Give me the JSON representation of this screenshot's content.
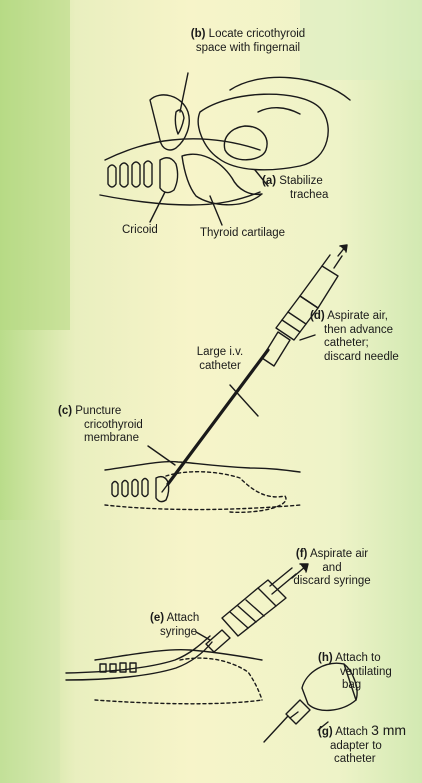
{
  "colors": {
    "background_left": "#b9dc8a",
    "background_center": "#f7f4c9",
    "background_right": "#d2e9b2",
    "ink": "#1a1a1a"
  },
  "steps": {
    "b": {
      "tag": "(b)",
      "line1": "Locate cricothyroid",
      "line2": "space with fingernail"
    },
    "a": {
      "tag": "(a)",
      "line1": "Stabilize",
      "line2": "trachea"
    },
    "cricoid": "Cricoid",
    "thyroid": "Thyroid cartilage",
    "large_iv": {
      "line1": "Large i.v.",
      "line2": "catheter"
    },
    "d": {
      "tag": "(d)",
      "line1": "Aspirate air,",
      "line2": "then advance",
      "line3": "catheter;",
      "line4": "discard needle"
    },
    "c": {
      "tag": "(c)",
      "line1": "Puncture",
      "line2": "cricothyroid",
      "line3": "membrane"
    },
    "f": {
      "tag": "(f)",
      "line1": "Aspirate air",
      "line2": "and",
      "line3": "discard syringe"
    },
    "e": {
      "tag": "(e)",
      "line1": "Attach",
      "line2": "syringe"
    },
    "h": {
      "tag": "(h)",
      "line1": "Attach to",
      "line2": "ventilating",
      "line3": "bag"
    },
    "g": {
      "tag": "(g)",
      "line1": "Attach",
      "line1_size": "3 mm",
      "line2": "adapter to",
      "line3": "catheter"
    }
  }
}
